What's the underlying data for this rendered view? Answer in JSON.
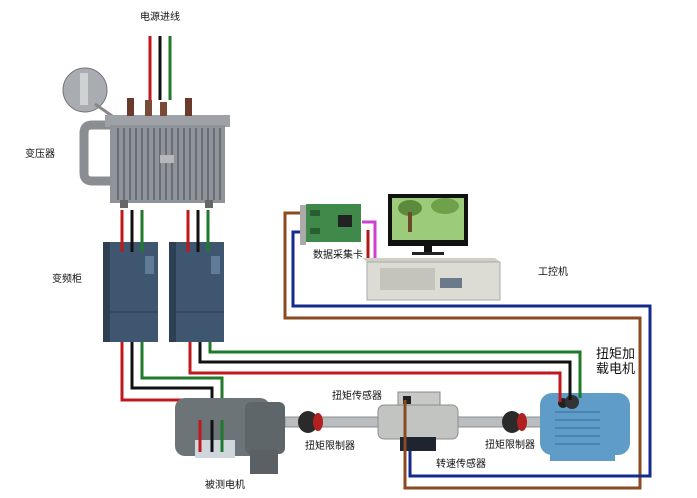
{
  "labels": {
    "power_cable": "电源进线",
    "transformer": "变压器",
    "vfd_cabinet": "变频柜",
    "daq_card": "数据采集卡",
    "industrial_pc": "工控机",
    "load_motor": "扭矩加载电机",
    "load_motor_line1": "扭矩加",
    "load_motor_line2": "载电机",
    "torque_sensor": "扭矩传感器",
    "torque_limiter_left": "扭矩限制器",
    "torque_limiter_right": "扭矩限制器",
    "speed_sensor": "转速传感器",
    "motor_under_test": "被测电机"
  },
  "wire_colors": {
    "phase_a": "#c0181c",
    "phase_b": "#111111",
    "phase_c": "#1f7a2a",
    "torque_signal": "#8a4a22",
    "speed_signal": "#142a8c",
    "pc_link_pink": "#d040d0",
    "pc_link_red": "#b01818"
  },
  "equipment_colors": {
    "transformer": "#8f939a",
    "vfd": "#3e5670",
    "test_motor": "#6d7478",
    "load_motor": "#5f9cc8",
    "pc_case": "#dcdcd4",
    "daq_board": "#3f8a4a"
  }
}
